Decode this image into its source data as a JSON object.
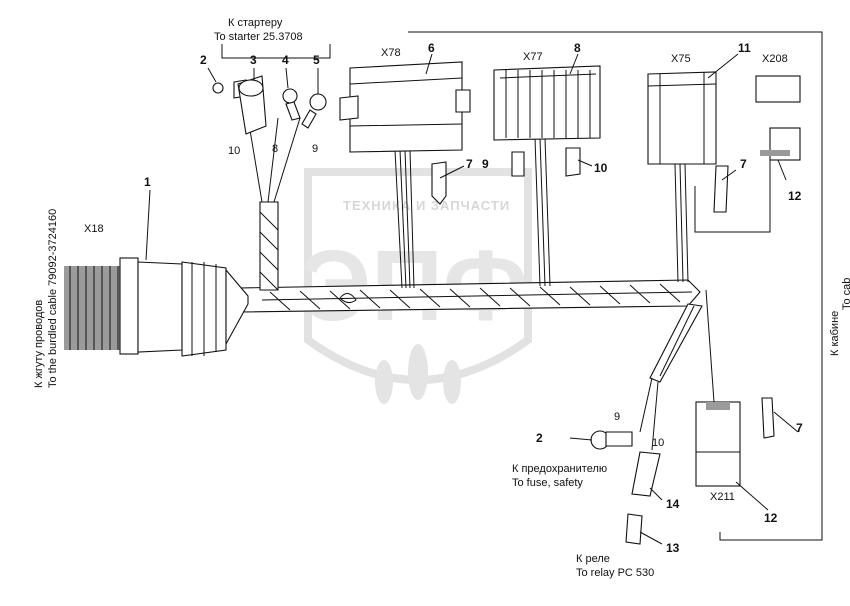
{
  "watermark": {
    "text": "ТЕХНИКА И ЗАПЧАСТИ",
    "logo": "ЭПФ"
  },
  "labels": {
    "starter_ru": "К стартеру",
    "starter_en": "To starter 25.3708",
    "harness_ru": "К жгуту проводов",
    "harness_en": "To the burdled cable 79092-3724160",
    "cab_ru": "К кабине",
    "cab_en": "To cab",
    "fuse_ru": "К предохранителю",
    "fuse_en": "To fuse, safety",
    "relay_ru": "К реле",
    "relay_en": "To relay PC 530"
  },
  "connectors": {
    "x18": "X18",
    "x78": "X78",
    "x77": "X77",
    "x75": "X75",
    "x208": "X208",
    "x211": "X211"
  },
  "callouts": {
    "c1": "1",
    "c2a": "2",
    "c2b": "2",
    "c3": "3",
    "c4": "4",
    "c5": "5",
    "c6": "6",
    "c7a": "7",
    "c7b": "7",
    "c7c": "7",
    "c8": "8",
    "c9": "9",
    "c10": "10",
    "c11": "11",
    "c12a": "12",
    "c12b": "12",
    "c13": "13",
    "c14": "14"
  },
  "wires": {
    "w10a": "10",
    "w8": "8",
    "w9a": "9",
    "w9b": "9",
    "w10b": "10"
  }
}
